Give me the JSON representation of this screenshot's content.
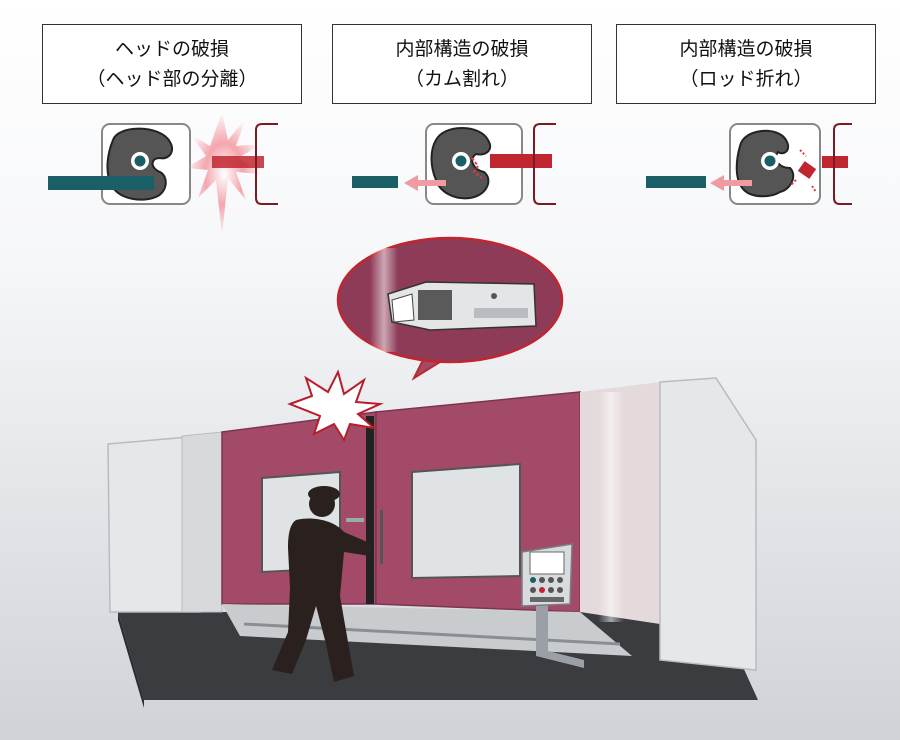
{
  "failure_modes": [
    {
      "title": "ヘッドの破損",
      "subtitle": "（ヘッド部の分離）"
    },
    {
      "title": "内部構造の破損",
      "subtitle": "（カム割れ）"
    },
    {
      "title": "内部構造の破損",
      "subtitle": "（ロッド折れ）"
    }
  ],
  "colors": {
    "machine_body": "#a24a68",
    "machine_frame": "#e4e5e7",
    "actuator": "#1b5f66",
    "alert_red": "#c0262f",
    "switch_gray": "#5a5a5a",
    "worker": "#2a211f"
  },
  "icons": [
    "impact-burst-icon",
    "door-switch-icon",
    "worker-silhouette-icon",
    "control-panel-icon"
  ]
}
